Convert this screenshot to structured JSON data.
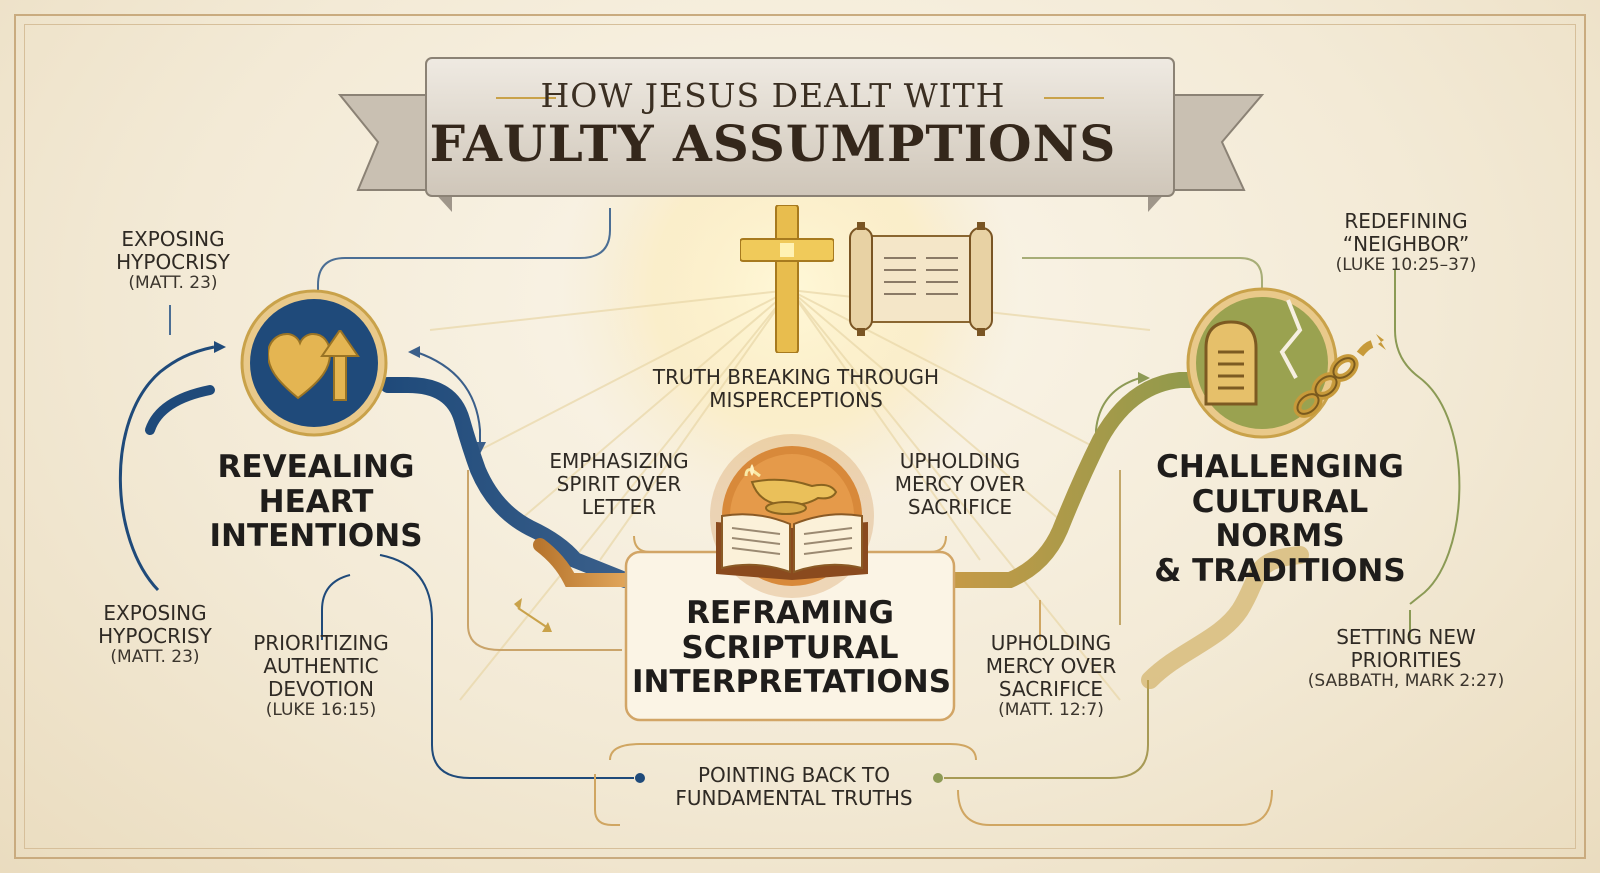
{
  "title": {
    "line1": "HOW JESUS DEALT WITH",
    "line2": "FAULTY ASSUMPTIONS"
  },
  "center_top": {
    "text": "TRUTH BREAKING THROUGH MISPERCEPTIONS",
    "line1": "TRUTH BREAKING THROUGH",
    "line2": "MISPERCEPTIONS"
  },
  "left_node": {
    "line1": "REVEALING",
    "line2": "HEART",
    "line3": "INTENTIONS"
  },
  "center_node": {
    "line1": "REFRAMING",
    "line2": "SCRIPTURAL",
    "line3": "INTERPRETATIONS"
  },
  "right_node": {
    "line1": "CHALLENGING",
    "line2": "CULTURAL NORMS",
    "line3": "& TRADITIONS"
  },
  "labels": {
    "exposing_top": {
      "line1": "EXPOSING",
      "line2": "HYPOCRISY",
      "ref": "(MATT. 23)"
    },
    "exposing_bottom": {
      "line1": "EXPOSING",
      "line2": "HYPOCRISY",
      "ref": "(MATT. 23)"
    },
    "prioritizing": {
      "line1": "PRIORITIZING",
      "line2": "AUTHENTIC",
      "line3": "DEVOTION",
      "ref": "(LUKE 16:15)"
    },
    "emphasizing": {
      "line1": "EMPHASIZING",
      "line2": "SPIRIT OVER",
      "line3": "LETTER"
    },
    "upholding_top": {
      "line1": "UPHOLDING",
      "line2": "MERCY OVER",
      "line3": "SACRIFICE"
    },
    "upholding_bottom": {
      "line1": "UPHOLDING",
      "line2": "MERCY OVER",
      "line3": "SACRIFICE",
      "ref": "(MATT. 12:7)"
    },
    "redefining": {
      "line1": "REDEFINING",
      "line2": "“NEIGHBOR”",
      "ref": "(LUKE 10:25–37)"
    },
    "setting": {
      "line1": "SETTING NEW",
      "line2": "PRIORITIES",
      "ref": "(SABBATH, MARK 2:27)"
    }
  },
  "bottom": {
    "line1": "POINTING BACK TO",
    "line2": "FUNDAMENTAL TRUTHS"
  },
  "colors": {
    "blue": "#1f4a7a",
    "orange": "#d08a3c",
    "green": "#8e9a4a",
    "gold": "#c9a24a",
    "text": "#2f2a24"
  },
  "icons": [
    "cross-icon",
    "scroll-icon",
    "heart-arrow-icon",
    "oil-lamp-icon",
    "open-book-icon",
    "stone-tablets-icon",
    "broken-chain-icon"
  ]
}
